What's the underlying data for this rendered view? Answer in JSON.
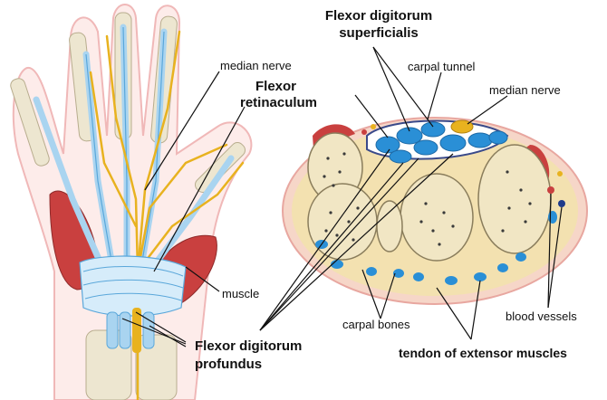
{
  "labels": {
    "median_nerve_left": "median nerve",
    "flexor_retinaculum_line1": "Flexor",
    "flexor_retinaculum_line2": "retinaculum",
    "muscle": "muscle",
    "flexor_profundus_line1": "Flexor digitorum",
    "flexor_profundus_line2": "profundus",
    "flexor_superficialis_line1": "Flexor digitorum",
    "flexor_superficialis_line2": "superficialis",
    "carpal_tunnel": "carpal tunnel",
    "median_nerve_right": "median nerve",
    "carpal_bones": "carpal bones",
    "blood_vessels": "blood vessels",
    "tendon_extensor": "tendon of extensor muscles"
  },
  "colors": {
    "nerve": "#e8b21f",
    "tendon": "#a9d4f0",
    "tendon_dark": "#2a8fd6",
    "muscle": "#c9403f",
    "bone": "#f1e6c4",
    "skin": "#f6d6c8",
    "tissue": "#f3e1b0"
  }
}
